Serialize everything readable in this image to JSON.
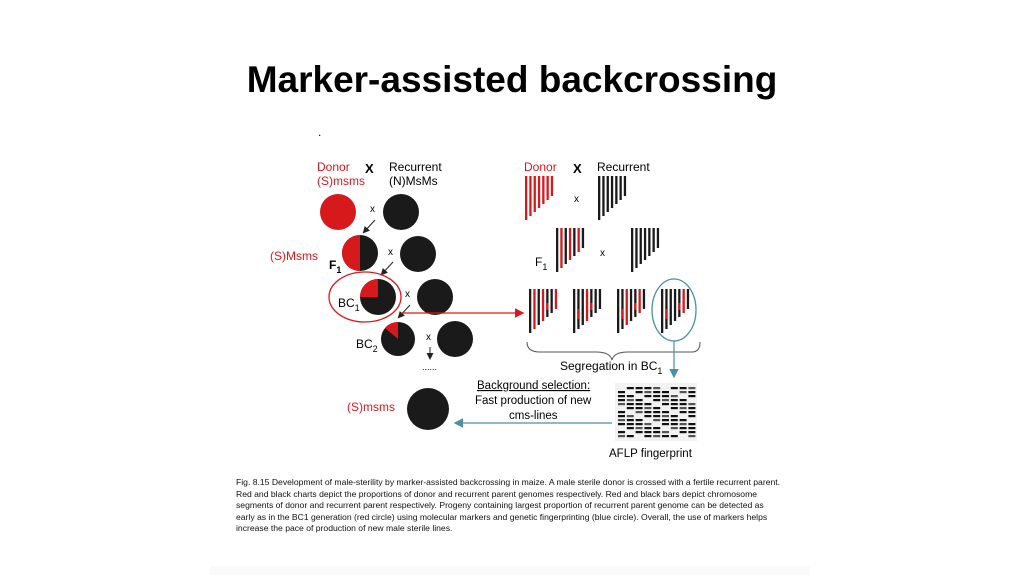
{
  "slide": {
    "title": "Marker-assisted backcrossing",
    "stray_mark": "."
  },
  "figure": {
    "left": {
      "donor_label": "Donor",
      "donor_genotype": "(S)msms",
      "cross_symbol": "X",
      "recurrent_label": "Recurrent",
      "recurrent_genotype": "(N)MsMs",
      "small_cross": "x",
      "f1_genotype": "(S)Msms",
      "f1_label": "F",
      "f1_sub": "1",
      "bc1_label": "BC",
      "bc1_sub": "1",
      "bc2_label": "BC",
      "bc2_sub": "2",
      "ellipsis": "......",
      "final_genotype": "(S)msms"
    },
    "right": {
      "donor_label": "Donor",
      "cross_symbol": "X",
      "recurrent_label": "Recurrent",
      "small_cross": "x",
      "f1_label": "F",
      "f1_sub": "1",
      "segregation_label": "Segregation in BC",
      "segregation_sub": "1",
      "background_title": "Background selection:",
      "background_line2": "Fast production of new",
      "background_line3": "cms-lines",
      "aflp_label": "AFLP fingerprint"
    },
    "colors": {
      "donor_red": "#d7191c",
      "recurrent_black": "#1a1a1a",
      "arrow_blue": "#4a90a4",
      "gel_bg": "#f2f2f2"
    }
  },
  "caption": {
    "fig_number": "Fig. 8.15",
    "text": "Development of male-sterility by marker-assisted backcrossing in maize. A male sterile donor is crossed with a fertile recurrent parent. Red and black charts depict the proportions of donor and recurrent parent genomes respectively. Red and black bars depict chromosome segments of donor and recurrent parent respectively. Progeny containing largest proportion of recurrent parent genome can be detected as early as in the BC1 generation (red circle) using molecular markers and genetic fingerprinting (blue circle). Overall, the use of markers helps increase the pace of production of new male sterile lines."
  }
}
